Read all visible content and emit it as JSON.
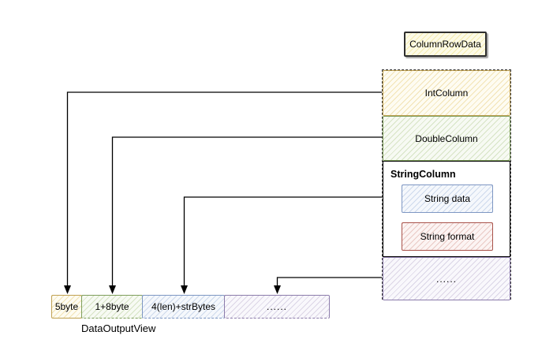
{
  "diagram": {
    "title": "ColumnRowData",
    "stack": {
      "sections": [
        {
          "label": "IntColumn"
        },
        {
          "label": "DoubleColumn"
        },
        {
          "label": "StringColumn",
          "children": [
            {
              "label": "String data"
            },
            {
              "label": "String format"
            }
          ]
        },
        {
          "label": "......"
        }
      ]
    },
    "output_row": {
      "cells": [
        {
          "label": "5byte"
        },
        {
          "label": "1+8byte"
        },
        {
          "label": "4(len)+strBytes"
        },
        {
          "label": "......"
        }
      ],
      "caption": "DataOutputView"
    },
    "connections": [
      {
        "from": "IntColumn",
        "to": "5byte"
      },
      {
        "from": "DoubleColumn",
        "to": "1+8byte"
      },
      {
        "from": "String data",
        "to": "4(len)+strBytes"
      },
      {
        "from": "......",
        "to": "......"
      }
    ],
    "colors": {
      "gold_border": "#c0a152",
      "green_border": "#7e9e5b",
      "blue_border": "#7e97c3",
      "red_border": "#a9534b",
      "purple_border": "#8c7cab",
      "title_border": "#2e2e2e",
      "arrow": "#000000"
    }
  }
}
